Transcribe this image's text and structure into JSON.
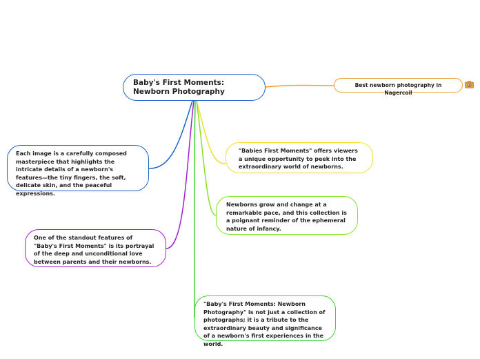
{
  "central": {
    "title": "Baby's First Moments: Newborn Photography"
  },
  "nodes": {
    "top_link": {
      "label": "Best newborn photography in Nagercoil",
      "icon": "camera-icon"
    },
    "yellow": {
      "text": "\"Babies First Moments\" offers viewers a unique opportunity to peek into the extraordinary world of newborns."
    },
    "lime": {
      "text": "Newborns grow and change at a remarkable pace, and this collection is a poignant reminder of the ephemeral nature of infancy."
    },
    "green": {
      "text": "\"Baby's First Moments: Newborn Photography\" is not just a collection of photographs; it is a tribute to the extraordinary beauty and significance of a newborn's first experiences in the world."
    },
    "blue": {
      "text": "Each image is a carefully composed masterpiece that highlights the intricate details of a newborn's features—the tiny fingers, the soft, delicate skin, and the peaceful expressions."
    },
    "purple": {
      "text": "One of the standout features of \"Baby's First Moments\" is its portrayal of the deep and unconditional love between parents and their newborns."
    }
  },
  "colors": {
    "central": "#1e64c8",
    "top_link": "#f0a030",
    "yellow": "#f2e12a",
    "lime": "#8ae028",
    "green": "#3fd232",
    "blue": "#1e64c8",
    "purple": "#a020d0"
  }
}
